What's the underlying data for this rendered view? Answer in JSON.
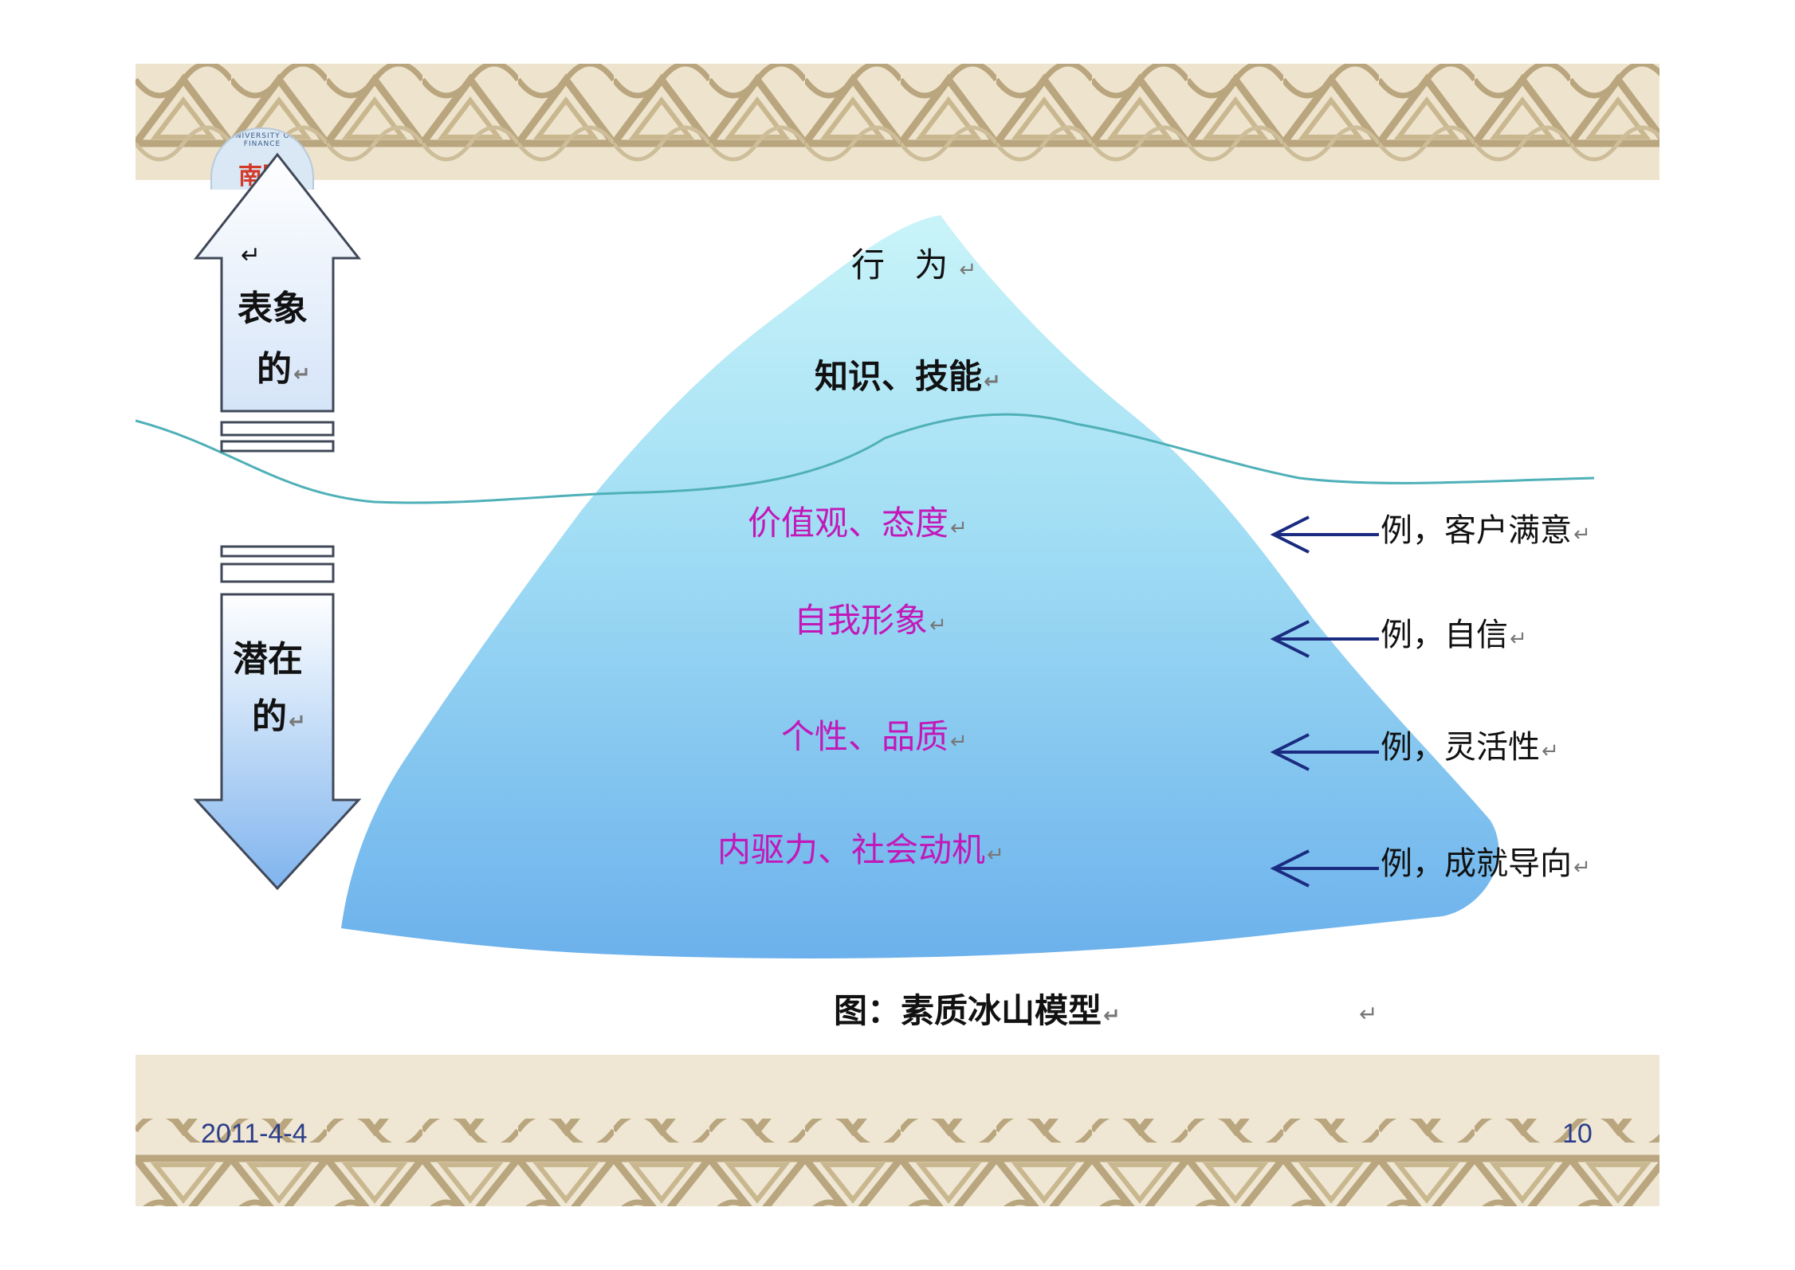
{
  "diagram": {
    "surface_arrow_lines": [
      "表象",
      "的"
    ],
    "hidden_arrow_lines": [
      "潜在",
      "的"
    ],
    "surface_items": [
      "行 为",
      "知识、技能"
    ],
    "hidden_items": [
      "价值观、态度",
      "自我形象",
      "个性、品质",
      "内驱力、社会动机"
    ],
    "examples": [
      "例，客户满意",
      "例，自信",
      "例，灵活性",
      "例，成就导向"
    ],
    "caption": "图：素质冰山模型",
    "return_mark": "↵"
  },
  "footer": {
    "date": "2011-4-4",
    "page": "10"
  },
  "logo": {
    "text": "南财",
    "ring_text": "UNIVERSITY OF FINANCE"
  },
  "colors": {
    "iceberg_top": "#b8eef8",
    "iceberg_bottom": "#6fb2ec",
    "water_line": "#4fb0b8",
    "arrow": "#1a2b80",
    "hidden_text": "#c218b8",
    "band": "#eee3cc"
  }
}
